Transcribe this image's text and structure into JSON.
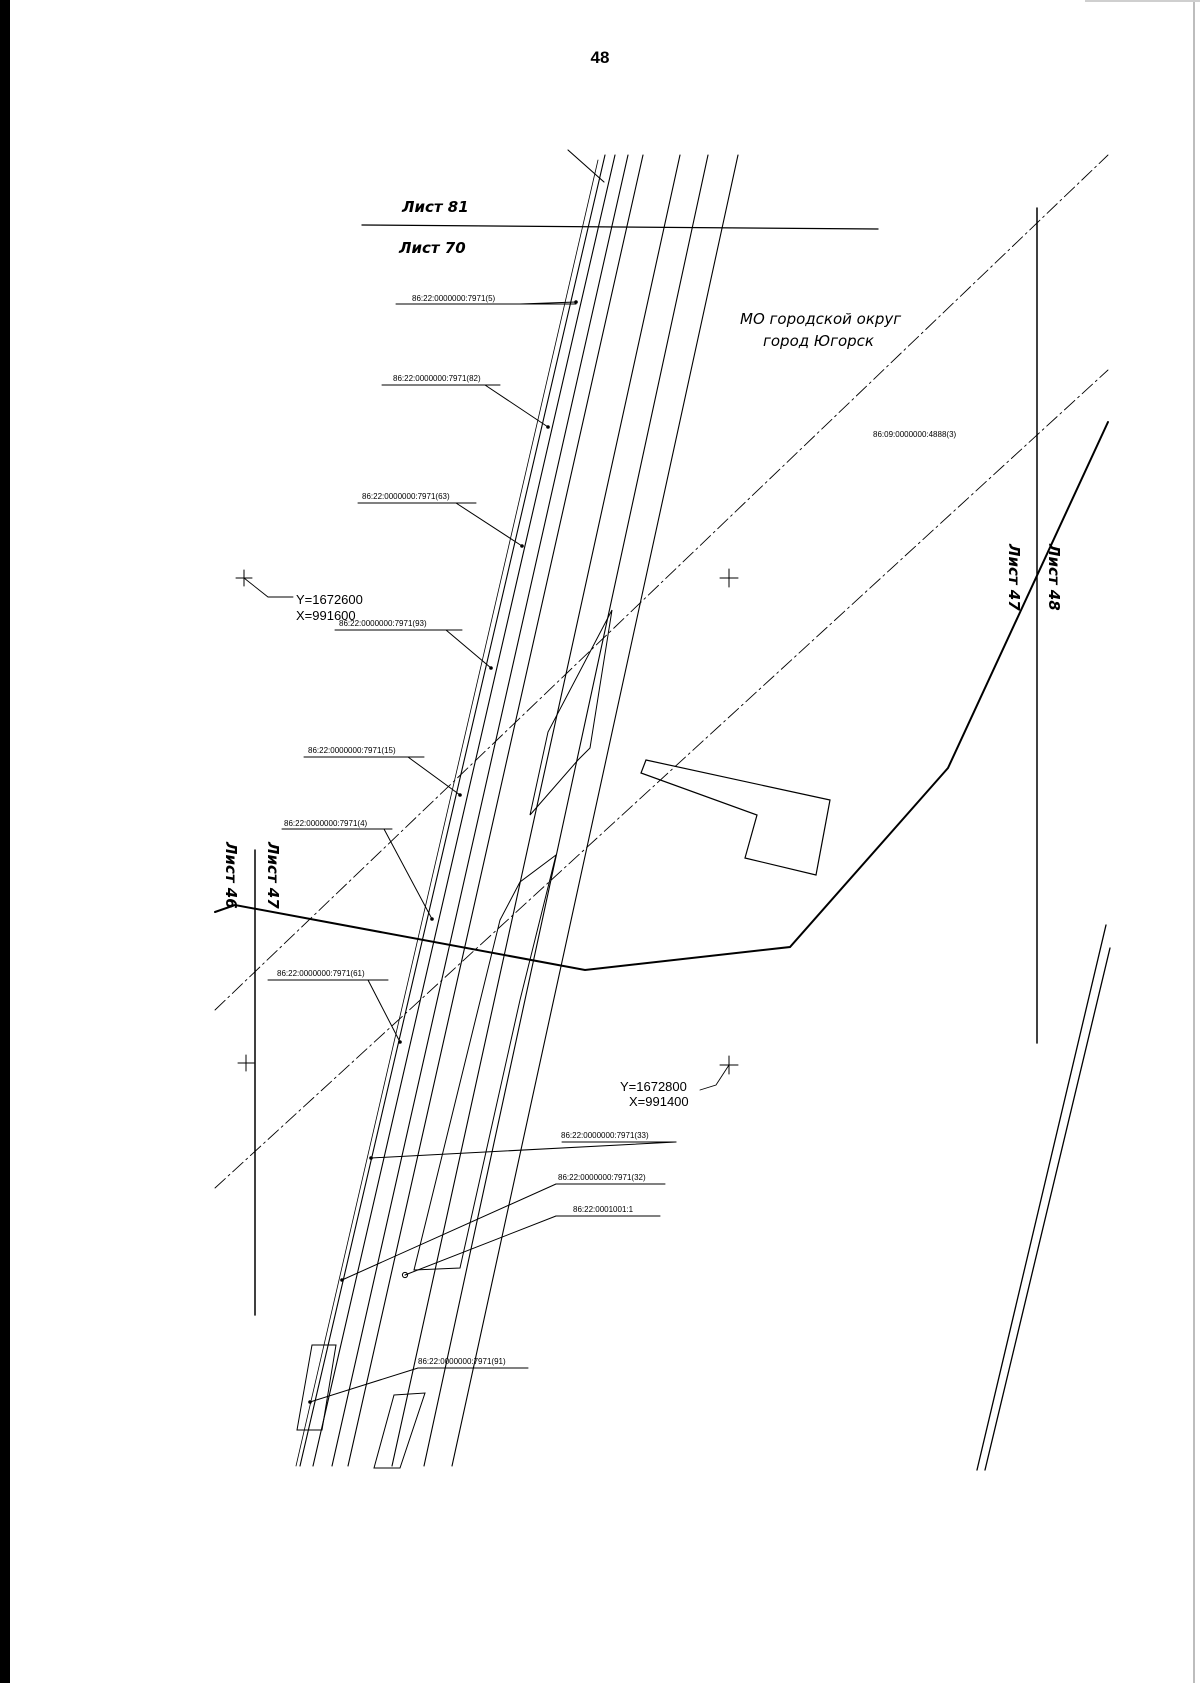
{
  "page_number": "48",
  "region": {
    "line1": "МО городской округ",
    "line2": "город Югорск"
  },
  "sheets": {
    "top_upper": "Лист 81",
    "top_lower": "Лист 70",
    "left_a": "Лист 46",
    "left_b": "Лист 47",
    "right_a": "Лист 47",
    "right_b": "Лист 48"
  },
  "parcels": [
    "86:22:0000000:7971(5)",
    "86:22:0000000:7971(82)",
    "86:09:0000000:4888(3)",
    "86:22:0000000:7971(63)",
    "86:22:0000000:7971(93)",
    "86:22:0000000:7971(15)",
    "86:22:0000000:7971(4)",
    "86:22:0000000:7971(61)",
    "86:22:0000000:7971(33)",
    "86:22:0000000:7971(32)",
    "86:22:0001001:1",
    "86:22:0000000:7971(91)"
  ],
  "coordinates": {
    "upper": {
      "y": "Y=1672600",
      "x": "X=991600"
    },
    "lower": {
      "y": "Y=1672800",
      "x": "X=991400"
    }
  }
}
